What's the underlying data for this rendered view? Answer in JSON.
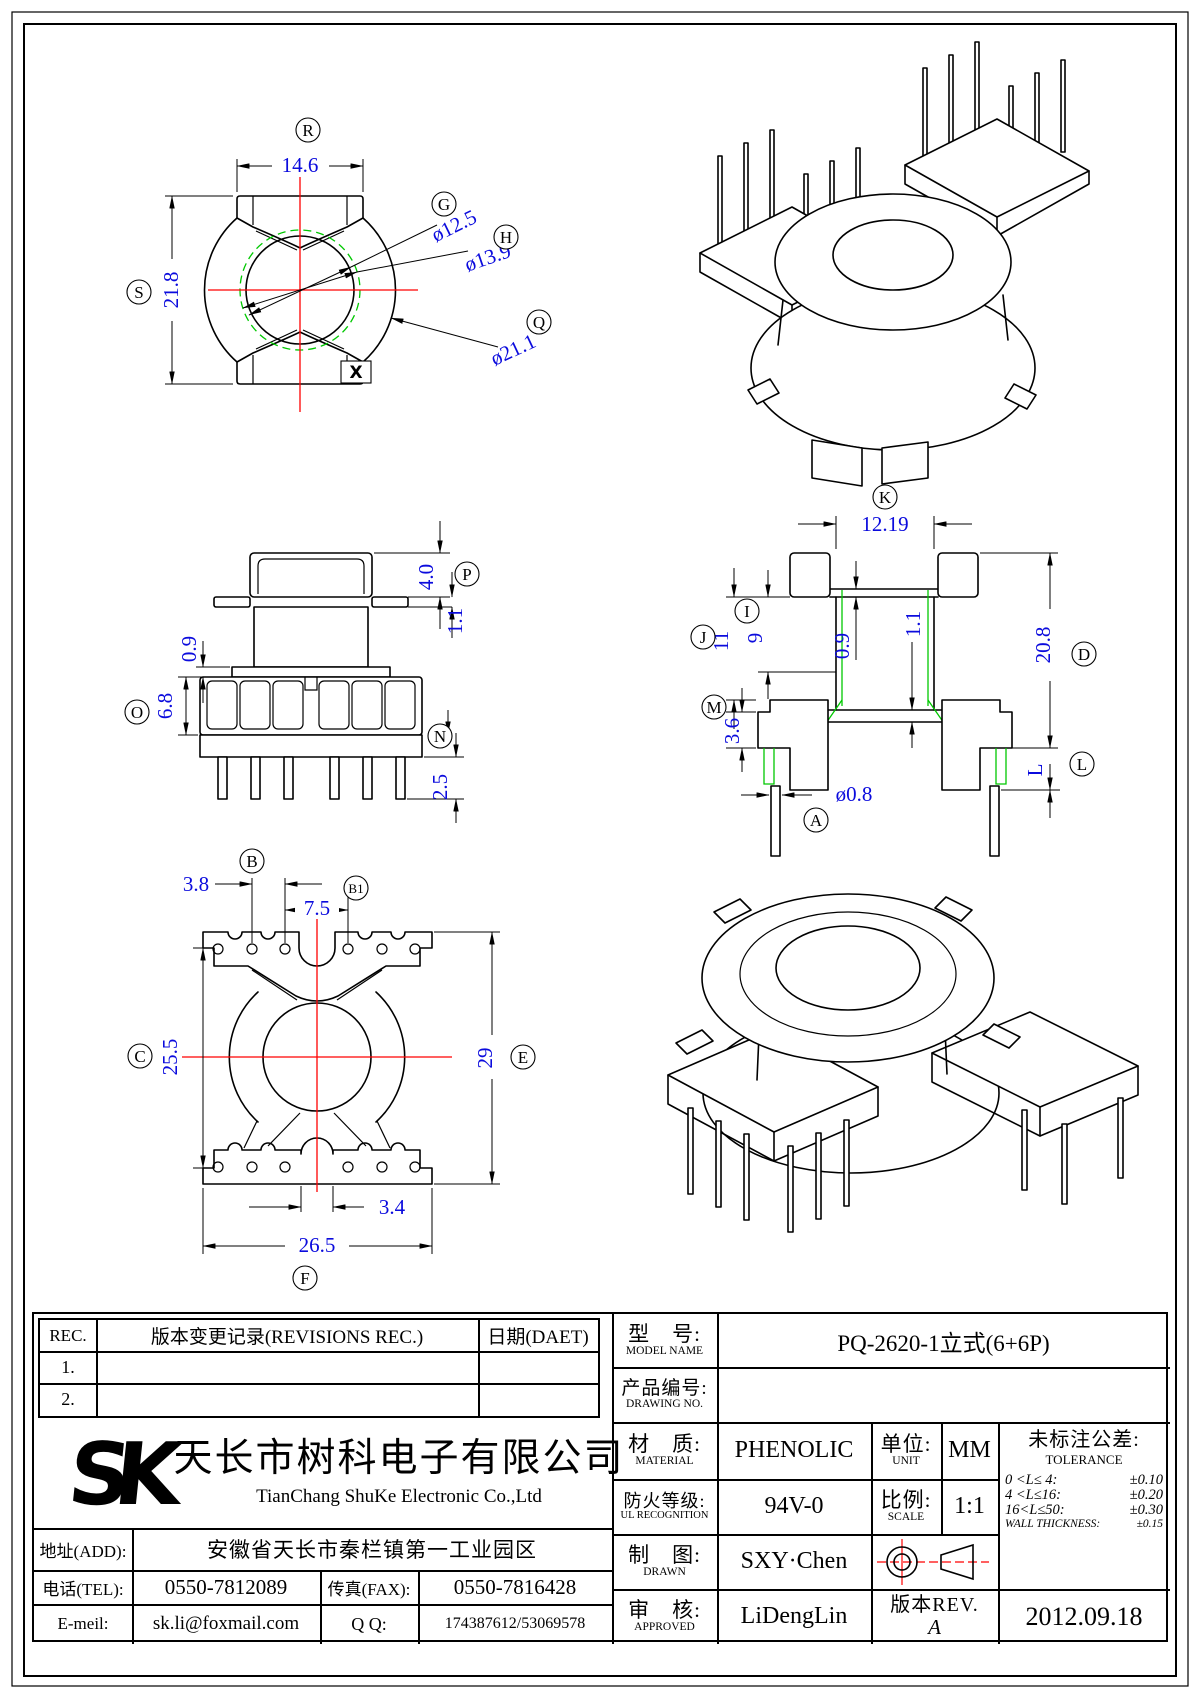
{
  "front": {
    "label_r": "R",
    "label_s": "S",
    "label_g": "G",
    "label_h": "H",
    "label_q": "Q",
    "mark_x": "X",
    "dim_width": "14.6",
    "dim_height": "21.8",
    "dim_g": "ø12.5",
    "dim_h": "ø13.9",
    "dim_q": "ø21.1"
  },
  "side": {
    "dim_top": "4.0",
    "dim_ear": "1.1",
    "dim_mid": "0.9",
    "dim_base": "6.8",
    "dim_pin": "2.5",
    "label_p": "P",
    "label_o": "O",
    "label_n": "N"
  },
  "side2": {
    "dim_k": "12.19",
    "dim_j": "11",
    "dim_i": "9",
    "dim_web": "0.9",
    "dim_w2": "1.1",
    "dim_m": "3.6",
    "dim_d": "20.8",
    "dim_l": "L",
    "dim_a": "ø0.8",
    "label_k": "K",
    "label_j": "J",
    "label_i": "I",
    "label_m": "M",
    "label_d": "D",
    "label_l": "L",
    "label_a": "A"
  },
  "bottom": {
    "dim_b": "3.8",
    "dim_b1": "7.5",
    "dim_c": "25.5",
    "dim_e": "29",
    "dim_slot": "3.4",
    "dim_f": "26.5",
    "label_b": "B",
    "label_b1": "B1",
    "label_c": "C",
    "label_e": "E",
    "label_f": "F"
  },
  "revisions": {
    "rec": "REC.",
    "desc": "版本变更记录(REVISIONS REC.)",
    "date": "日期(DAET)",
    "row1": "1.",
    "row2": "2."
  },
  "company": {
    "logo": "SK",
    "name_cn": "天长市树科电子有限公司",
    "name_en": "TianChang ShuKe Electronic Co.,Ltd"
  },
  "contact": {
    "addr_label": "地址(ADD):",
    "addr": "安徽省天长市秦栏镇第一工业园区",
    "tel_label": "电话(TEL):",
    "tel": "0550-7812089",
    "fax_label": "传真(FAX):",
    "fax": "0550-7816428",
    "email_label": "E-meil:",
    "email": "sk.li@foxmail.com",
    "qq_label": "Q Q:",
    "qq": "174387612/53069578"
  },
  "tb": {
    "model_cn": "型　号:",
    "model_en": "MODEL NAME",
    "model": "PQ-2620-1立式(6+6P)",
    "dwg_cn": "产品编号:",
    "dwg_en": "DRAWING NO.",
    "mat_cn": "材　质:",
    "mat_en": "MATERIAL",
    "mat": "PHENOLIC",
    "unit_cn": "单位:",
    "unit_en": "UNIT",
    "unit": "MM",
    "fire_cn": "防火等级:",
    "fire_en": "UL RECOGNITION",
    "fire": "94V-0",
    "scale_cn": "比例:",
    "scale_en": "SCALE",
    "scale": "1:1",
    "tol_cn": "未标注公差:",
    "tol_en": "TOLERANCE",
    "tol1_l": "0 <L≤ 4:",
    "tol1_r": "±0.10",
    "tol2_l": "4 <L≤16:",
    "tol2_r": "±0.20",
    "tol3_l": "16<L≤50:",
    "tol3_r": "±0.30",
    "tol4_l": "WALL THICKNESS:",
    "tol4_r": "±0.15",
    "drawn_cn": "制　图:",
    "drawn_en": "DRAWN",
    "drawn": "SXY·Chen",
    "appr_cn": "审　核:",
    "appr_en": "APPROVED",
    "appr": "LiDengLin",
    "rev_cn": "版本REV.",
    "rev": "A",
    "date": "2012.09.18"
  }
}
